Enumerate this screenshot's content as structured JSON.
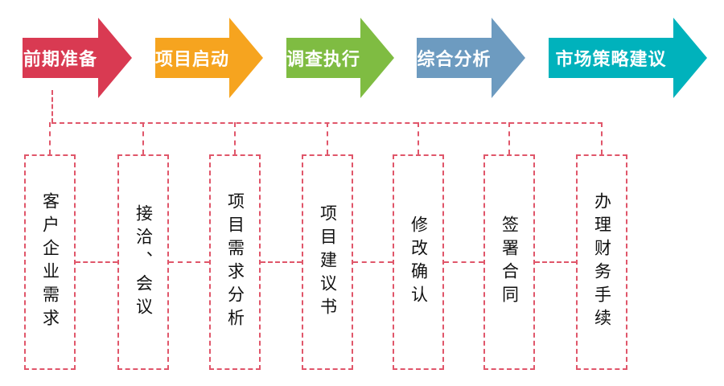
{
  "flow_arrows": [
    {
      "label": "前期准备",
      "color": "#d93a52"
    },
    {
      "label": "项目启动",
      "color": "#f6a41f"
    },
    {
      "label": "调查执行",
      "color": "#7fbc42"
    },
    {
      "label": "综合分析",
      "color": "#6d9bc0"
    },
    {
      "label": "市场策略建议",
      "color": "#00b2bc"
    }
  ],
  "sub_steps": [
    {
      "label": "客户企业需求"
    },
    {
      "label": "接洽、会议"
    },
    {
      "label": "项目需求分析"
    },
    {
      "label": "项目建议书"
    },
    {
      "label": "修改确认"
    },
    {
      "label": "签署合同"
    },
    {
      "label": "办理财务手续"
    }
  ],
  "colors": {
    "connector": "#e0566a",
    "box_border": "#e0566a",
    "arrow_text": "#ffffff",
    "step_text": "#111111"
  }
}
